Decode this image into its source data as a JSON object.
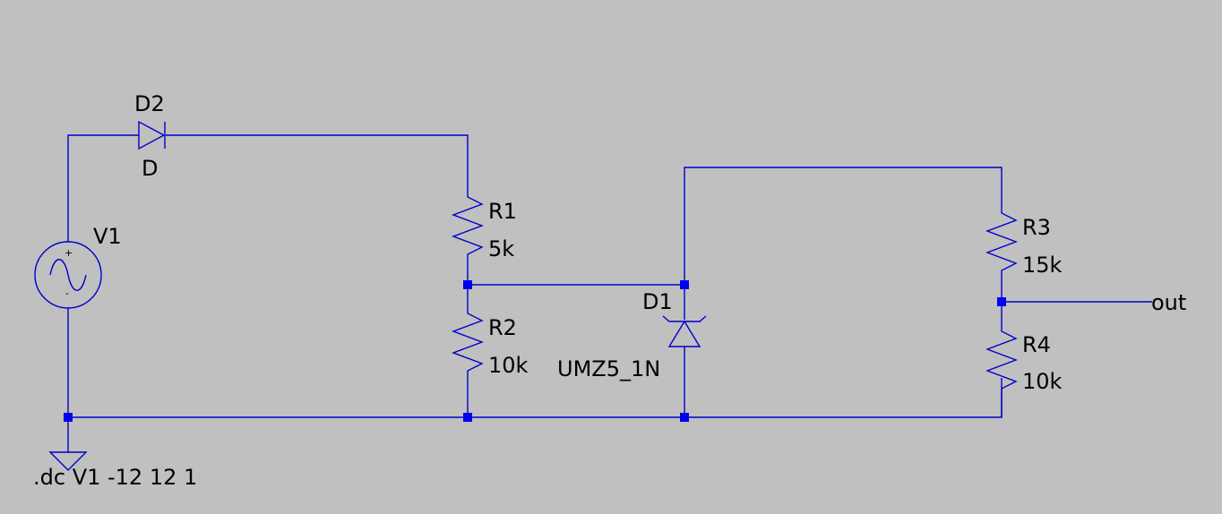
{
  "schematic": {
    "background_color": "#c0c0c0",
    "wire_color": "#0000cc",
    "components": {
      "V1": {
        "name": "V1",
        "plus_sign": "+",
        "minus_sign": "-"
      },
      "D2": {
        "name": "D2",
        "value": "D"
      },
      "R1": {
        "name": "R1",
        "value": "5k"
      },
      "R2": {
        "name": "R2",
        "value": "10k"
      },
      "D1": {
        "name": "D1",
        "value": "UMZ5_1N"
      },
      "R3": {
        "name": "R3",
        "value": "15k"
      },
      "R4": {
        "name": "R4",
        "value": "10k"
      }
    },
    "net_label_out": "out",
    "directive": ".dc V1 -12 12 1"
  }
}
